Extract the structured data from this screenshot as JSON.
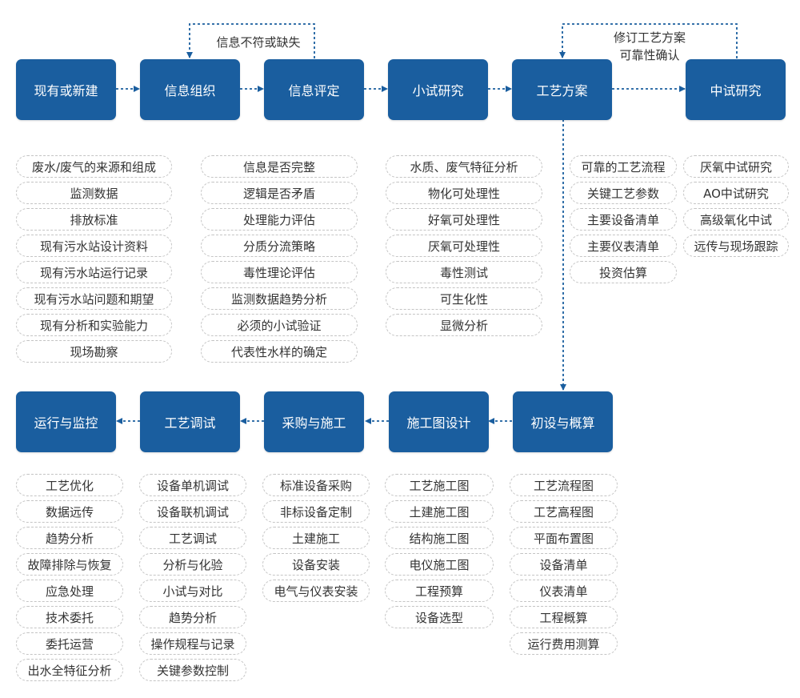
{
  "colors": {
    "stage_fill": "#1a5e9f",
    "arrow": "#1a5e9f",
    "pill_border": "#c4c4c4"
  },
  "top_row": {
    "stages": [
      "现有或新建",
      "信息组织",
      "信息评定",
      "小试研究",
      "工艺方案",
      "中试研究"
    ],
    "loop_left": "信息不符或缺失",
    "loop_right": [
      "修订工艺方案",
      "可靠性确认"
    ]
  },
  "bottom_row": {
    "stages": [
      "运行与监控",
      "工艺调试",
      "采购与施工",
      "施工图设计",
      "初设与概算"
    ]
  },
  "top_lists": [
    [
      "废水/废气的来源和组成",
      "监测数据",
      "排放标准",
      "现有污水站设计资料",
      "现有污水站运行记录",
      "现有污水站问题和期望",
      "现有分析和实验能力",
      "现场勘察"
    ],
    [
      "信息是否完整",
      "逻辑是否矛盾",
      "处理能力评估",
      "分质分流策略",
      "毒性理论评估",
      "监测数据趋势分析",
      "必须的小试验证",
      "代表性水样的确定"
    ],
    [
      "水质、废气特征分析",
      "物化可处理性",
      "好氧可处理性",
      "厌氧可处理性",
      "毒性测试",
      "可生化性",
      "显微分析"
    ],
    [
      "可靠的工艺流程",
      "关键工艺参数",
      "主要设备清单",
      "主要仪表清单",
      "投资估算"
    ],
    [
      "厌氧中试研究",
      "AO中试研究",
      "高级氧化中试",
      "远传与现场跟踪"
    ]
  ],
  "bottom_lists": [
    [
      "工艺优化",
      "数据远传",
      "趋势分析",
      "故障排除与恢复",
      "应急处理",
      "技术委托",
      "委托运营",
      "出水全特征分析"
    ],
    [
      "设备单机调试",
      "设备联机调试",
      "工艺调试",
      "分析与化验",
      "小试与对比",
      "趋势分析",
      "操作规程与记录",
      "关键参数控制"
    ],
    [
      "标准设备采购",
      "非标设备定制",
      "土建施工",
      "设备安装",
      "电气与仪表安装"
    ],
    [
      "工艺施工图",
      "土建施工图",
      "结构施工图",
      "电仪施工图",
      "工程预算",
      "设备选型"
    ],
    [
      "工艺流程图",
      "工艺高程图",
      "平面布置图",
      "设备清单",
      "仪表清单",
      "工程概算",
      "运行费用测算"
    ]
  ]
}
